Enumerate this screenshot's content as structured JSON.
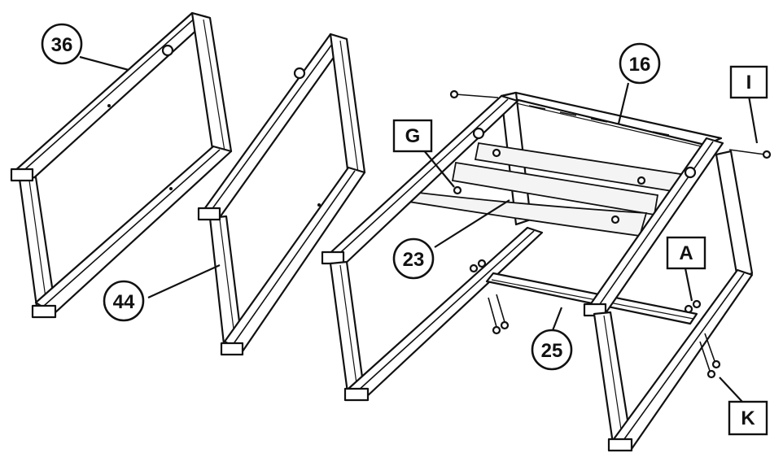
{
  "callouts": {
    "part_36": "36",
    "part_44": "44",
    "part_16": "16",
    "part_23": "23",
    "part_25": "25",
    "hw_g": "G",
    "hw_i": "I",
    "hw_a": "A",
    "hw_k": "K"
  },
  "colors": {
    "line": "#111111",
    "background": "#ffffff"
  }
}
